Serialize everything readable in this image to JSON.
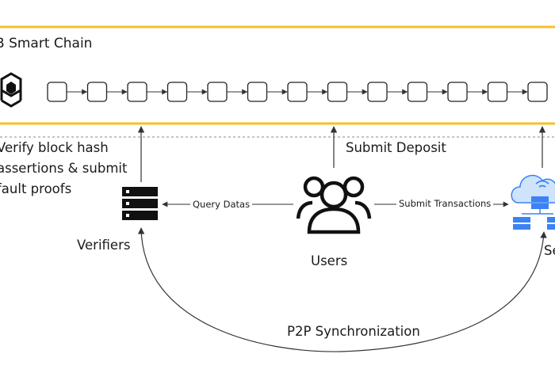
{
  "chain": {
    "title": "B Smart Chain",
    "block_count": 13
  },
  "labels": {
    "verify_lines": [
      "Verify block hash",
      "assertions & submit",
      "fault proofs"
    ],
    "submit_deposit": "Submit Deposit",
    "query_datas": "Query Datas",
    "submit_transactions": "Submit Transactions",
    "verifiers": "Verifiers",
    "users": "Users",
    "sequencer_partial": "Se",
    "p2p": "P2P Synchronization"
  },
  "colors": {
    "chain_border": "#f2c12e",
    "line": "#333333",
    "dashed": "#666666",
    "server_blue": "#3b82f6",
    "cloud_light": "#cfe3fb"
  },
  "icons": {
    "chain_logo": "cube-cluster-icon",
    "verifiers": "server-stack-icon",
    "users": "users-group-icon",
    "sequencer": "cloud-server-icon"
  }
}
